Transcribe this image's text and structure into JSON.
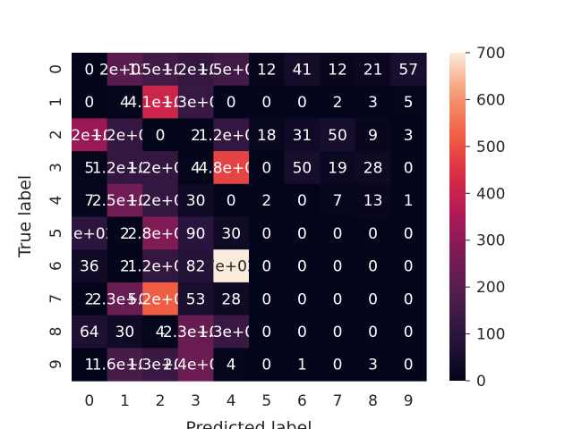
{
  "chart_data": {
    "type": "heatmap",
    "xlabel": "Predicted label",
    "ylabel": "True label",
    "x_categories": [
      "0",
      "1",
      "2",
      "3",
      "4",
      "5",
      "6",
      "7",
      "8",
      "9"
    ],
    "y_categories": [
      "0",
      "1",
      "2",
      "3",
      "4",
      "5",
      "6",
      "7",
      "8",
      "9"
    ],
    "values": [
      [
        0,
        200,
        150,
        120,
        150,
        12,
        41,
        12,
        21,
        57
      ],
      [
        0,
        4,
        410,
        127,
        0,
        0,
        0,
        2,
        3,
        5
      ],
      [
        320,
        120,
        0,
        2,
        120,
        18,
        31,
        50,
        9,
        3
      ],
      [
        5,
        120,
        120,
        4,
        480,
        0,
        50,
        19,
        28,
        0
      ],
      [
        7,
        249,
        120,
        30,
        0,
        2,
        0,
        7,
        13,
        1
      ],
      [
        100,
        2,
        280,
        90,
        30,
        0,
        0,
        0,
        0,
        0
      ],
      [
        36,
        2,
        120,
        82,
        700,
        0,
        0,
        0,
        0,
        0
      ],
      [
        2,
        230,
        520,
        53,
        28,
        0,
        0,
        0,
        0,
        0
      ],
      [
        64,
        30,
        4,
        230,
        130,
        0,
        0,
        0,
        0,
        0
      ],
      [
        1,
        165,
        130,
        240,
        4,
        0,
        1,
        0,
        3,
        0
      ]
    ],
    "cell_labels": [
      [
        "0",
        "2e+02",
        "1.5e+02",
        "1.2e+02",
        "1.5e+02",
        "12",
        "41",
        "12",
        "21",
        "57"
      ],
      [
        "0",
        "4",
        "4.1e+02",
        "1.3e+02",
        "0",
        "0",
        "0",
        "2",
        "3",
        "5"
      ],
      [
        "3.2e+02",
        "1.2e+02",
        "0",
        "2",
        "1.2e+02",
        "18",
        "31",
        "50",
        "9",
        "3"
      ],
      [
        "5",
        "1.2e+02",
        "1.2e+02",
        "4",
        "4.8e+02",
        "0",
        "50",
        "19",
        "28",
        "0"
      ],
      [
        "7",
        "2.5e+02",
        "1.2e+02",
        "30",
        "0",
        "2",
        "0",
        "7",
        "13",
        "1"
      ],
      [
        "1e+02",
        "2",
        "2.8e+02",
        "90",
        "30",
        "0",
        "0",
        "0",
        "0",
        "0"
      ],
      [
        "36",
        "2",
        "1.2e+02",
        "82",
        "7e+02",
        "0",
        "0",
        "0",
        "0",
        "0"
      ],
      [
        "2",
        "2.3e+02",
        "5.2e+02",
        "53",
        "28",
        "0",
        "0",
        "0",
        "0",
        "0"
      ],
      [
        "64",
        "30",
        "4",
        "2.3e+02",
        "1.3e+02",
        "0",
        "0",
        "0",
        "0",
        "0"
      ],
      [
        "1",
        "1.6e+02",
        "1.3e+02",
        "2.4e+02",
        "4",
        "0",
        "1",
        "0",
        "3",
        "0"
      ]
    ],
    "vmin": 0,
    "vmax": 700,
    "colorbar_ticks": [
      0,
      100,
      200,
      300,
      400,
      500,
      600,
      700
    ],
    "colormap": "rocket"
  }
}
